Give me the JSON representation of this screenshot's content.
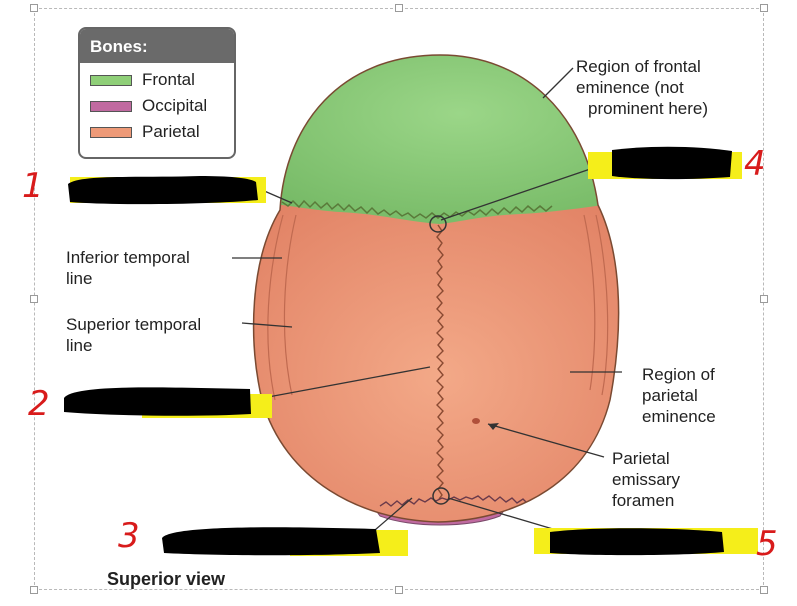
{
  "legend": {
    "title": "Bones:",
    "items": [
      {
        "label": "Frontal",
        "color": "#8fcf78"
      },
      {
        "label": "Occipital",
        "color": "#c06aa0"
      },
      {
        "label": "Parietal",
        "color": "#ee9a78"
      }
    ]
  },
  "labels": {
    "frontal_eminence": [
      "Region of frontal",
      "eminence (not",
      "prominent here)"
    ],
    "inferior_temporal": [
      "Inferior temporal",
      "line"
    ],
    "superior_temporal": [
      "Superior temporal",
      "line"
    ],
    "parietal_eminence": [
      "Region of",
      "parietal",
      "eminence"
    ],
    "emissary_foramen": [
      "Parietal",
      "emissary",
      "foramen"
    ],
    "view": "Superior view"
  },
  "handwritten_numbers": [
    "1",
    "2",
    "3",
    "4",
    "5"
  ],
  "colors": {
    "frontal": "#8fcf78",
    "parietal": "#ee9a78",
    "occipital": "#c06aa0",
    "highlight": "#f5ee1a",
    "redaction": "#000000",
    "handwriting": "#d81b1b"
  }
}
